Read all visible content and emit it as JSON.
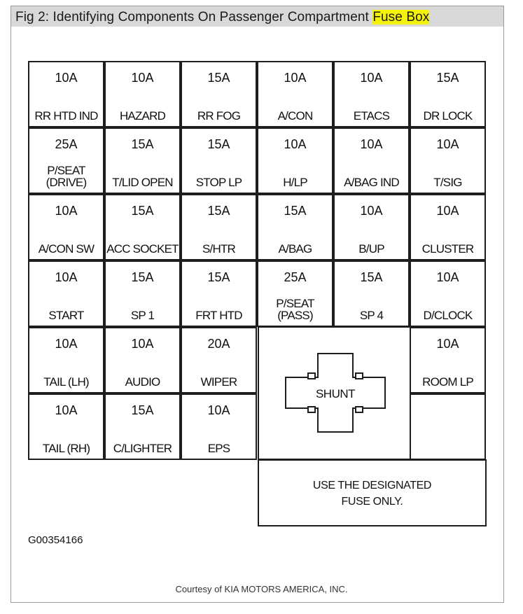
{
  "caption": {
    "prefix": "Fig 2: Identifying Components On Passenger Compartment ",
    "highlight": "Fuse Box"
  },
  "fuses": [
    [
      {
        "amp": "10A",
        "label": [
          "RR HTD IND"
        ]
      },
      {
        "amp": "10A",
        "label": [
          "HAZARD"
        ]
      },
      {
        "amp": "15A",
        "label": [
          "RR FOG"
        ]
      },
      {
        "amp": "10A",
        "label": [
          "A/CON"
        ]
      },
      {
        "amp": "10A",
        "label": [
          "ETACS"
        ]
      },
      {
        "amp": "15A",
        "label": [
          "DR LOCK"
        ]
      }
    ],
    [
      {
        "amp": "25A",
        "label": [
          "P/SEAT",
          "(DRIVE)"
        ]
      },
      {
        "amp": "15A",
        "label": [
          "T/LID OPEN"
        ]
      },
      {
        "amp": "15A",
        "label": [
          "STOP LP"
        ]
      },
      {
        "amp": "10A",
        "label": [
          "H/LP"
        ]
      },
      {
        "amp": "10A",
        "label": [
          "A/BAG IND"
        ]
      },
      {
        "amp": "10A",
        "label": [
          "T/SIG"
        ]
      }
    ],
    [
      {
        "amp": "10A",
        "label": [
          "A/CON SW"
        ]
      },
      {
        "amp": "15A",
        "label": [
          "ACC SOCKET"
        ]
      },
      {
        "amp": "15A",
        "label": [
          "S/HTR"
        ]
      },
      {
        "amp": "15A",
        "label": [
          "A/BAG"
        ]
      },
      {
        "amp": "10A",
        "label": [
          "B/UP"
        ]
      },
      {
        "amp": "10A",
        "label": [
          "CLUSTER"
        ]
      }
    ],
    [
      {
        "amp": "10A",
        "label": [
          "START"
        ]
      },
      {
        "amp": "15A",
        "label": [
          "SP 1"
        ]
      },
      {
        "amp": "15A",
        "label": [
          "FRT HTD"
        ]
      },
      {
        "amp": "25A",
        "label": [
          "P/SEAT",
          "(PASS)"
        ]
      },
      {
        "amp": "15A",
        "label": [
          "SP 4"
        ]
      },
      {
        "amp": "10A",
        "label": [
          "D/CLOCK"
        ]
      }
    ],
    [
      {
        "amp": "10A",
        "label": [
          "TAIL (LH)"
        ]
      },
      {
        "amp": "10A",
        "label": [
          "AUDIO"
        ]
      },
      {
        "amp": "20A",
        "label": [
          "WIPER"
        ]
      },
      null,
      null,
      {
        "amp": "10A",
        "label": [
          "ROOM LP"
        ]
      }
    ],
    [
      {
        "amp": "10A",
        "label": [
          "TAIL (RH)"
        ]
      },
      {
        "amp": "15A",
        "label": [
          "C/LIGHTER"
        ]
      },
      {
        "amp": "10A",
        "label": [
          "EPS"
        ]
      },
      null,
      null,
      {
        "amp": "",
        "label": [
          ""
        ]
      }
    ]
  ],
  "shunt_label": "SHUNT",
  "note": [
    "USE THE DESIGNATED",
    "FUSE ONLY."
  ],
  "figure_code": "G00354166",
  "credit": "Courtesy of KIA MOTORS AMERICA, INC."
}
